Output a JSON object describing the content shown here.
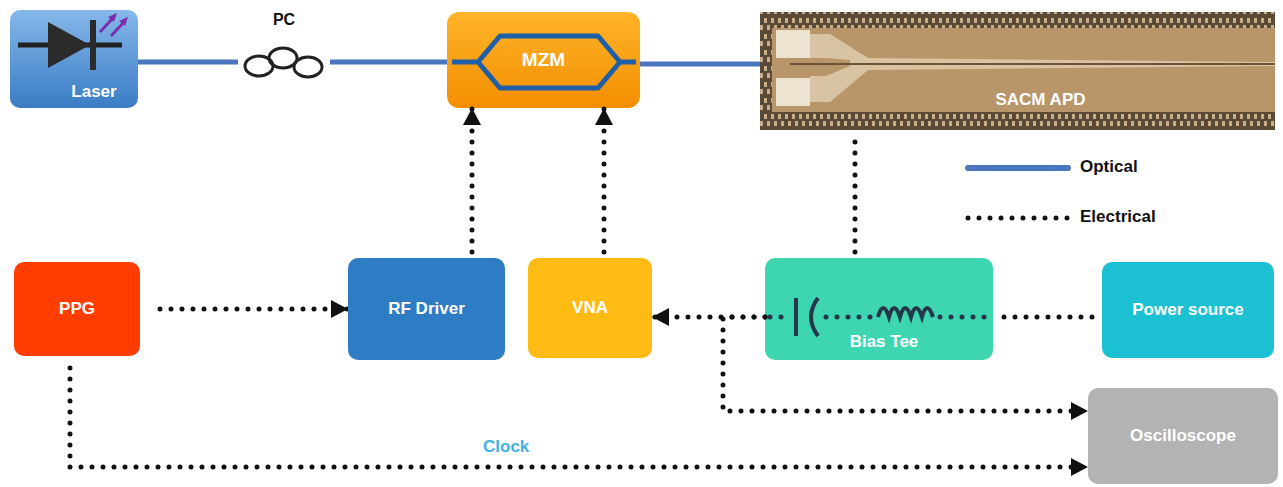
{
  "diagram": {
    "nodes": [
      {
        "text": [
          "Laser"
        ]
      },
      {
        "text": [
          "PC"
        ]
      },
      {
        "text": [
          "MZM"
        ]
      },
      {
        "text": [
          "SACM APD"
        ]
      },
      {
        "text": [
          "PPG"
        ]
      },
      {
        "text": [
          "RF Driver"
        ]
      },
      {
        "text": [
          "VNA"
        ]
      },
      {
        "text": [
          "Bias Tee"
        ]
      },
      {
        "text": [
          "Power source"
        ]
      },
      {
        "text": [
          "Oscilloscope"
        ]
      }
    ],
    "edges": [
      {
        "from": 0,
        "to": 1,
        "arrow": "none"
      },
      {
        "from": 1,
        "to": 2,
        "arrow": "none"
      },
      {
        "from": 2,
        "to": 3,
        "arrow": "none"
      },
      {
        "from": 4,
        "to": 5,
        "arrow": "to"
      },
      {
        "from": 5,
        "to": 2,
        "arrow": "to"
      },
      {
        "from": 6,
        "to": 2,
        "arrow": "to"
      },
      {
        "from": 3,
        "to": 7,
        "arrow": "none"
      },
      {
        "from": 8,
        "to": 7,
        "arrow": "none"
      },
      {
        "from": 7,
        "to": 6,
        "arrow": "to"
      },
      {
        "from": 7,
        "to": 9,
        "arrow": "to"
      },
      {
        "from": 4,
        "to": 9,
        "label": "Clock",
        "arrow": "to"
      }
    ],
    "legend": [
      {
        "text": "Optical"
      },
      {
        "text": "Electrical"
      }
    ]
  }
}
